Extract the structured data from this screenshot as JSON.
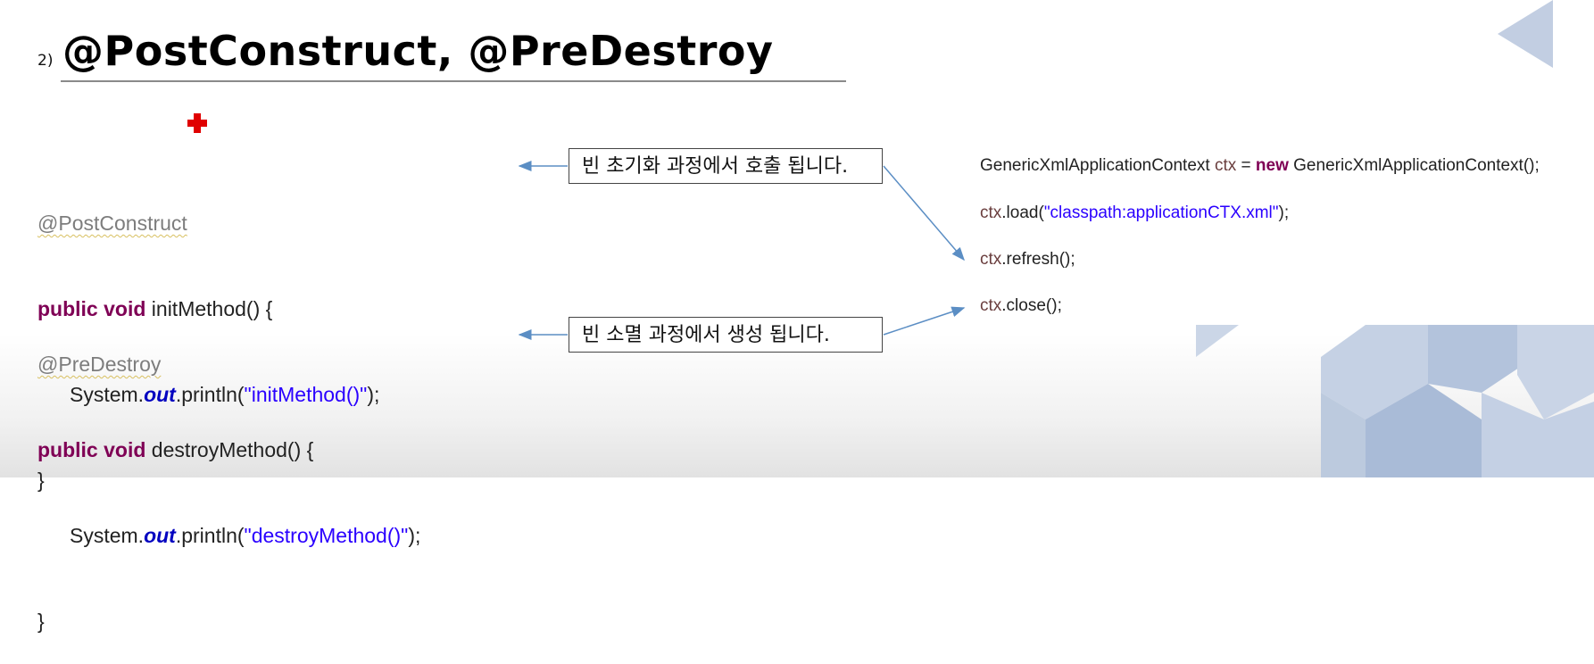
{
  "title": {
    "number": "2)",
    "text": "@PostConstruct, @PreDestroy"
  },
  "left_code": {
    "post": {
      "annotation": "@PostConstruct",
      "kw_public": "public",
      "kw_void": "void",
      "signature": "initMethod() {",
      "sys": "System.",
      "out": "out",
      "println": ".println(",
      "string": "\"initMethod()\"",
      "end": ");",
      "close": "}"
    },
    "pre": {
      "annotation": "@PreDestroy",
      "kw_public": "public",
      "kw_void": "void",
      "signature": "destroyMethod() {",
      "sys": "System.",
      "out": "out",
      "println": ".println(",
      "string": "\"destroyMethod()\"",
      "end": ");",
      "close": "}"
    }
  },
  "callouts": {
    "init": "빈 초기화 과정에서 호출 됩니다.",
    "destroy": "빈 소멸 과정에서 생성 됩니다."
  },
  "right_code": {
    "line1": {
      "type": "GenericXmlApplicationContext",
      "var": "ctx",
      "eq": "=",
      "kw_new": "new",
      "ctor": "GenericXmlApplicationContext();"
    },
    "line2": {
      "var": "ctx",
      "call": ".load(",
      "string": "\"classpath:applicationCTX.xml\"",
      "end": ");"
    },
    "line3": {
      "var": "ctx",
      "call": ".refresh();"
    },
    "line4": {
      "var": "ctx",
      "call": ".close();"
    }
  },
  "colors": {
    "keyword": "#7f0055",
    "field": "#0000c0",
    "string": "#2a00ff",
    "annotation": "#7d7d7d",
    "arrow": "#5b8ec4",
    "deco": "#b9c7dc"
  },
  "icons": [
    "cursor-cross-icon"
  ]
}
